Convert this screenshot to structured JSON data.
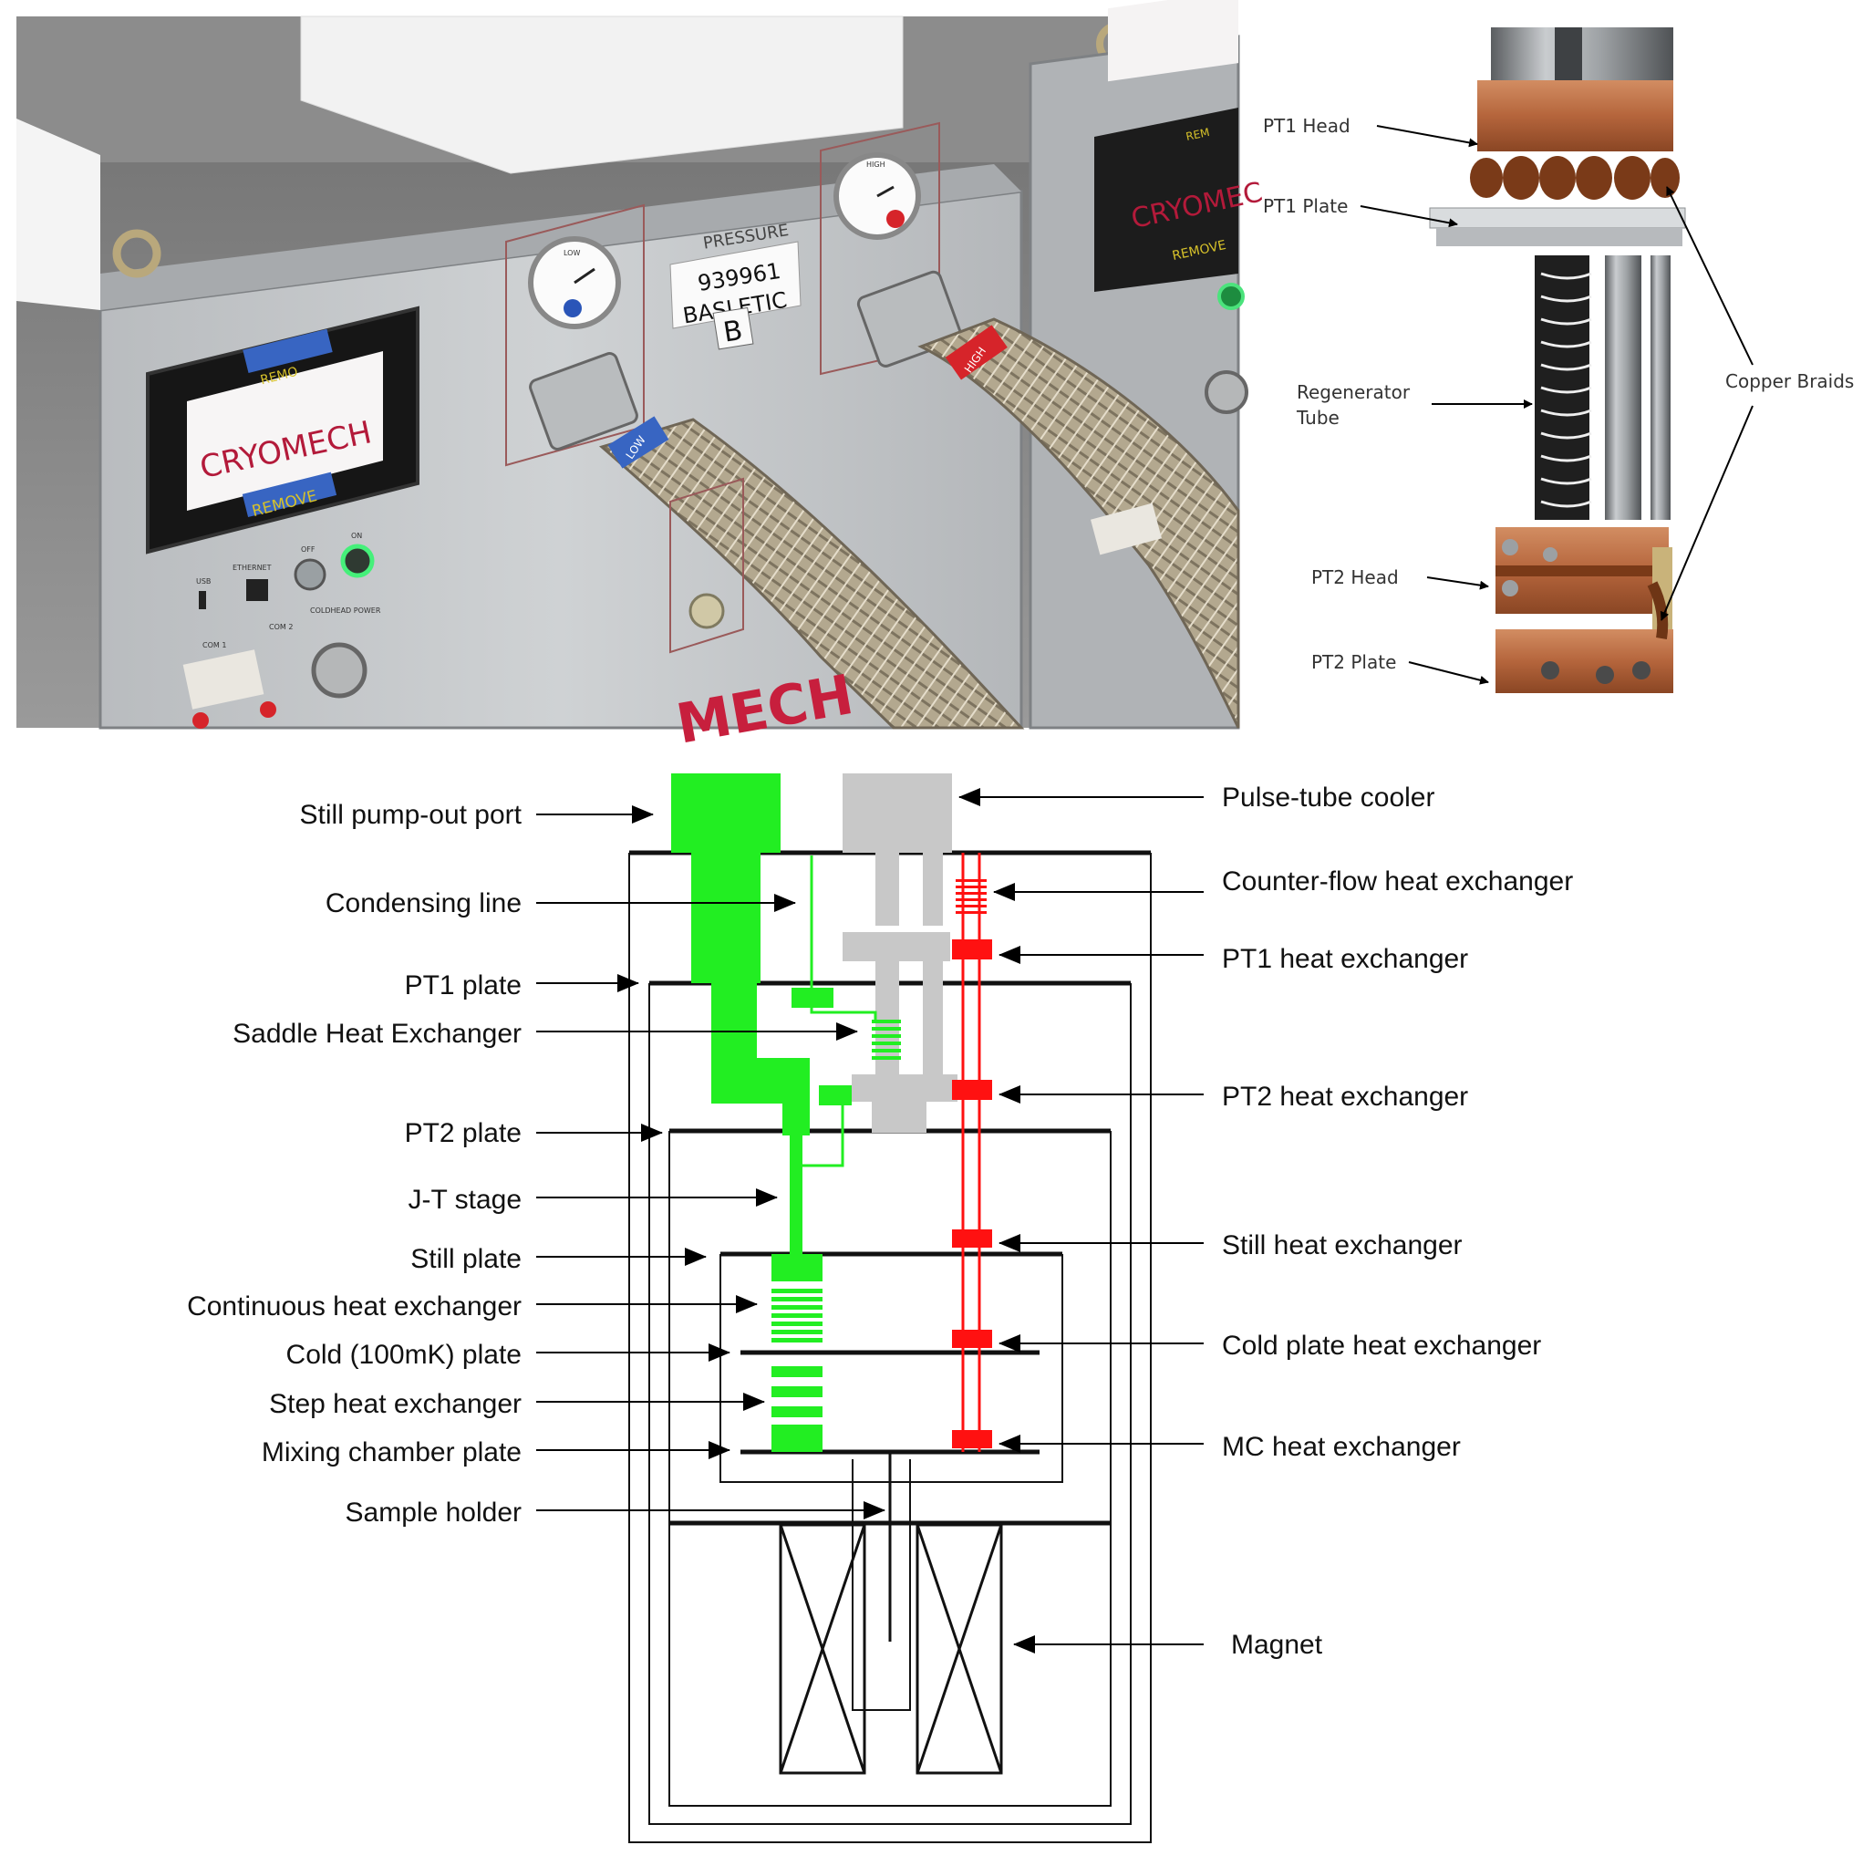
{
  "compressor_photo": {
    "screen_text": "CRYOMECH",
    "tape_top": "REMO",
    "tape_bottom": "REMOVE",
    "placard_heading": "PRESSURE",
    "placard_number": "939961",
    "placard_name": "BASLETIC",
    "placard_letter": "B",
    "gauge_low_label": "LOW",
    "gauge_high_label": "HIGH",
    "hose_low_band": "LOW",
    "hose_high_band": "HIGH",
    "panel_labels": [
      "USB",
      "ETHERNET",
      "OFF",
      "ON",
      "COM 1",
      "COM 2",
      "COLDHEAD POWER"
    ],
    "floor_text": "MECH",
    "second_unit_screen": "CRYOMEC",
    "second_unit_tape_top": "REM",
    "second_unit_tape_bottom": "REMOVE"
  },
  "pulse_tube_photo": {
    "labels": {
      "pt1_head": "PT1 Head",
      "pt1_plate": "PT1 Plate",
      "regenerator_1": "Regenerator",
      "regenerator_2": "Tube",
      "copper_braids": "Copper Braids",
      "pt2_head": "PT2 Head",
      "pt2_plate": "PT2 Plate"
    }
  },
  "schematic": {
    "colors": {
      "still_line": "#22ee22",
      "condensing_line": "#ff1111",
      "pulse_tube": "#c8c8c8",
      "frame": "#111111"
    },
    "left_labels": {
      "still_pumpout": "Still pump-out port",
      "condensing_line": "Condensing line",
      "pt1_plate": "PT1 plate",
      "saddle_hx": "Saddle Heat Exchanger",
      "pt2_plate": "PT2 plate",
      "jt_stage": "J-T stage",
      "still_plate": "Still plate",
      "continuous_hx": "Continuous heat exchanger",
      "cold_plate": "Cold (100mK) plate",
      "step_hx": "Step heat exchanger",
      "mc_plate": "Mixing chamber plate",
      "sample_holder": "Sample holder"
    },
    "right_labels": {
      "pulse_tube_cooler": "Pulse-tube cooler",
      "counterflow_hx": "Counter-flow heat exchanger",
      "pt1_hx": "PT1 heat exchanger",
      "pt2_hx": "PT2 heat exchanger",
      "still_hx": "Still heat exchanger",
      "cold_plate_hx": "Cold plate heat exchanger",
      "mc_hx": "MC heat exchanger",
      "magnet": "Magnet"
    }
  }
}
